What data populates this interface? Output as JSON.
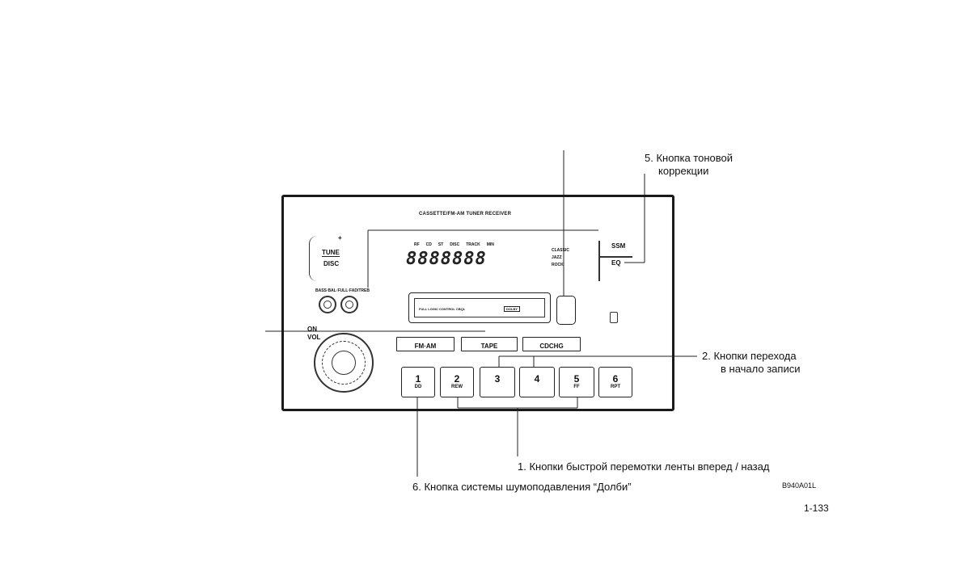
{
  "callouts": {
    "c5_line1": "5. Кнопка тоновой",
    "c5_line2": "коррекции",
    "c2_line1": "2. Кнопки перехода",
    "c2_line2": "в начало записи",
    "c1": "1. Кнопки быстрой перемотки ленты вперед / назад",
    "c6": "6. Кнопка системы шумоподавления “Долби”"
  },
  "figure_code": "B940A01L",
  "page_number": "1-133",
  "unit": {
    "header": "CASSETTE/FM-AM TUNER RECEIVER",
    "tune_plus": "+",
    "tune_label": "TUNE",
    "disc_label": "DISC",
    "bass_label": "BASS·BAL·FULL·FAD/TREB",
    "on_label": "ON",
    "vol_label": "VOL",
    "display_indicators": [
      "RF",
      "CD",
      "ST",
      "DISC",
      "TRACK",
      "MIN"
    ],
    "display_digits": "8888888",
    "eq_modes": [
      "CLASSIC",
      "JAZZ",
      "ROCK"
    ],
    "tape_door_text": "FULL LOGIC CONTROL CBQL",
    "tape_door_badge": "DOLBY",
    "ssm_label": "SSM",
    "eq_label": "EQ",
    "source_buttons": [
      "FM·AM",
      "TAPE",
      "CDCHG"
    ],
    "presets": [
      {
        "num": "1",
        "sub": "DD"
      },
      {
        "num": "2",
        "sub": "REW"
      },
      {
        "num": "3",
        "sub": ""
      },
      {
        "num": "4",
        "sub": ""
      },
      {
        "num": "5",
        "sub": "FF"
      },
      {
        "num": "6",
        "sub": "RPT"
      }
    ]
  }
}
